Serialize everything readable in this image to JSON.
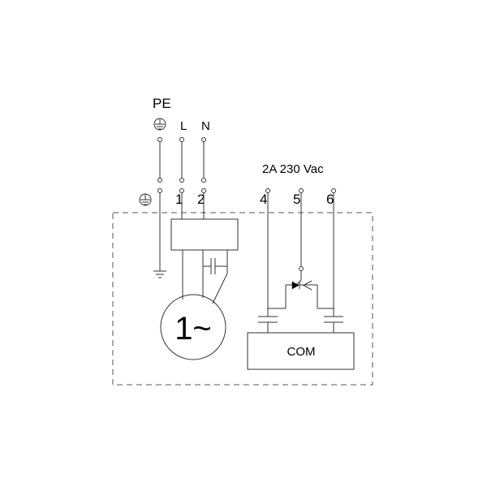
{
  "labels": {
    "pe": "PE",
    "l": "L",
    "n": "N",
    "contact_rating": "2A 230 Vac",
    "terminal_1": "1",
    "terminal_2": "2",
    "terminal_4": "4",
    "terminal_5": "5",
    "terminal_6": "6",
    "motor": "1~",
    "com": "COM"
  },
  "icons": {
    "pe_symbol": "earth-symbol-icon",
    "ground_terminal": "earth-symbol-icon",
    "chassis_ground": "ground-icon",
    "capacitor": "capacitor-icon",
    "thermal_contact": "diode-icon"
  },
  "colors": {
    "stroke": "#333333",
    "dashed_boundary": "#555555",
    "background": "#ffffff"
  }
}
